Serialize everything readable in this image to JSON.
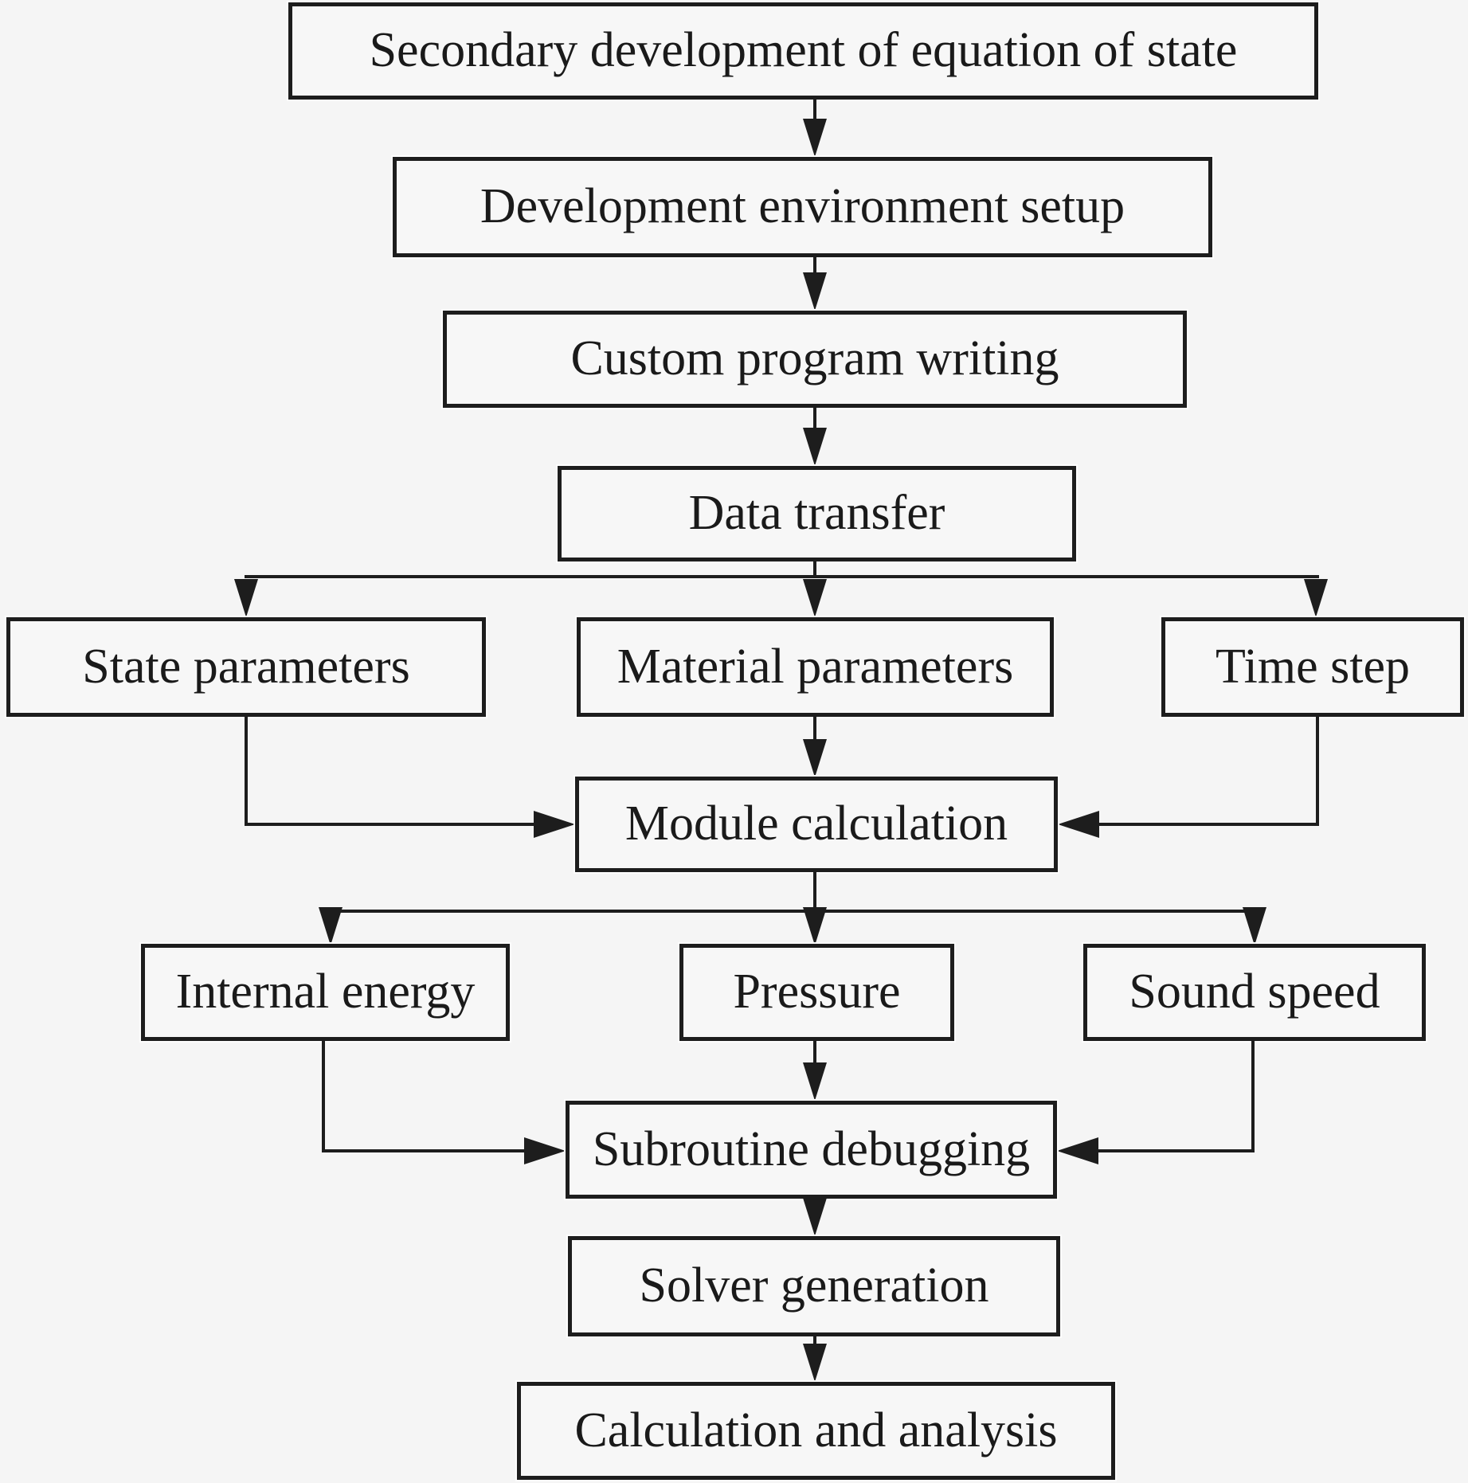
{
  "figure": {
    "type": "flowchart",
    "background_color": "#f5f5f5",
    "line_color": "#1d1d1d",
    "text_color": "#1a1a1a",
    "box_fill_color": "#f7f7f7"
  },
  "nodes": [
    {
      "id": "secondary-development",
      "label": "Secondary development of equation of state"
    },
    {
      "id": "dev-environment-setup",
      "label": "Development environment setup"
    },
    {
      "id": "custom-program-writing",
      "label": "Custom program writing"
    },
    {
      "id": "data-transfer",
      "label": "Data transfer"
    },
    {
      "id": "state-parameters",
      "label": "State parameters"
    },
    {
      "id": "material-parameters",
      "label": "Material parameters"
    },
    {
      "id": "time-step",
      "label": "Time step"
    },
    {
      "id": "module-calculation",
      "label": "Module calculation"
    },
    {
      "id": "internal-energy",
      "label": "Internal energy"
    },
    {
      "id": "pressure",
      "label": "Pressure"
    },
    {
      "id": "sound-speed",
      "label": "Sound speed"
    },
    {
      "id": "subroutine-debugging",
      "label": "Subroutine debugging"
    },
    {
      "id": "solver-generation",
      "label": "Solver generation"
    },
    {
      "id": "calculation-and-analysis",
      "label": "Calculation and analysis"
    }
  ],
  "edges": [
    {
      "from": "secondary-development",
      "to": "dev-environment-setup"
    },
    {
      "from": "dev-environment-setup",
      "to": "custom-program-writing"
    },
    {
      "from": "custom-program-writing",
      "to": "data-transfer"
    },
    {
      "from": "data-transfer",
      "to": "state-parameters"
    },
    {
      "from": "data-transfer",
      "to": "material-parameters"
    },
    {
      "from": "data-transfer",
      "to": "time-step"
    },
    {
      "from": "state-parameters",
      "to": "module-calculation"
    },
    {
      "from": "material-parameters",
      "to": "module-calculation"
    },
    {
      "from": "time-step",
      "to": "module-calculation"
    },
    {
      "from": "module-calculation",
      "to": "internal-energy"
    },
    {
      "from": "module-calculation",
      "to": "pressure"
    },
    {
      "from": "module-calculation",
      "to": "sound-speed"
    },
    {
      "from": "internal-energy",
      "to": "subroutine-debugging"
    },
    {
      "from": "pressure",
      "to": "subroutine-debugging"
    },
    {
      "from": "sound-speed",
      "to": "subroutine-debugging"
    },
    {
      "from": "subroutine-debugging",
      "to": "solver-generation"
    },
    {
      "from": "solver-generation",
      "to": "calculation-and-analysis"
    }
  ]
}
